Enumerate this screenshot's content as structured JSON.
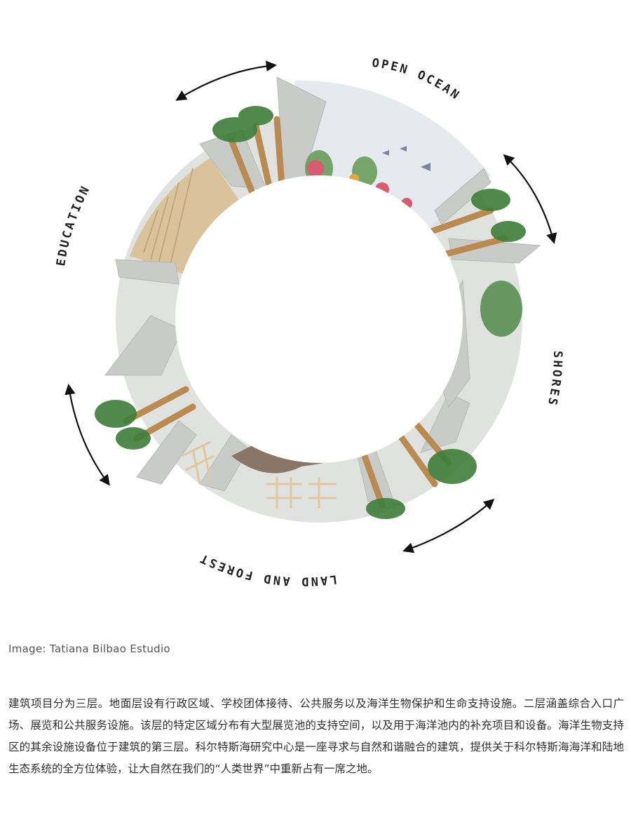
{
  "diagram": {
    "labels": {
      "open_ocean": "OPEN OCEAN",
      "education": "EDUCATION",
      "shores": "SHORES",
      "land_and_forest": "LAND AND FOREST"
    },
    "colors": {
      "concrete": "#c9cbc9",
      "wood": "#d9c29c",
      "palm_trunk": "#b98a52",
      "foliage": "#3f7d3a",
      "coral": "#d65c72",
      "water": "#e4e9ee",
      "arrow": "#111111"
    }
  },
  "caption": "Image: Tatiana Bilbao Estudio",
  "body": "建筑项目分为三层。地面层设有行政区域、学校团体接待、公共服务以及海洋生物保护和生命支持设施。二层涵盖综合入口广场、展览和公共服务设施。该层的特定区域分布有大型展览池的支持空间，以及用于海洋池内的补充项目和设备。海洋生物支持区的其余设施设备位于建筑的第三层。科尔特斯海研究中心是一座寻求与自然和谐融合的建筑，提供关于科尔特斯海海洋和陆地生态系统的全方位体验，让大自然在我们的“人类世界”中重新占有一席之地。"
}
